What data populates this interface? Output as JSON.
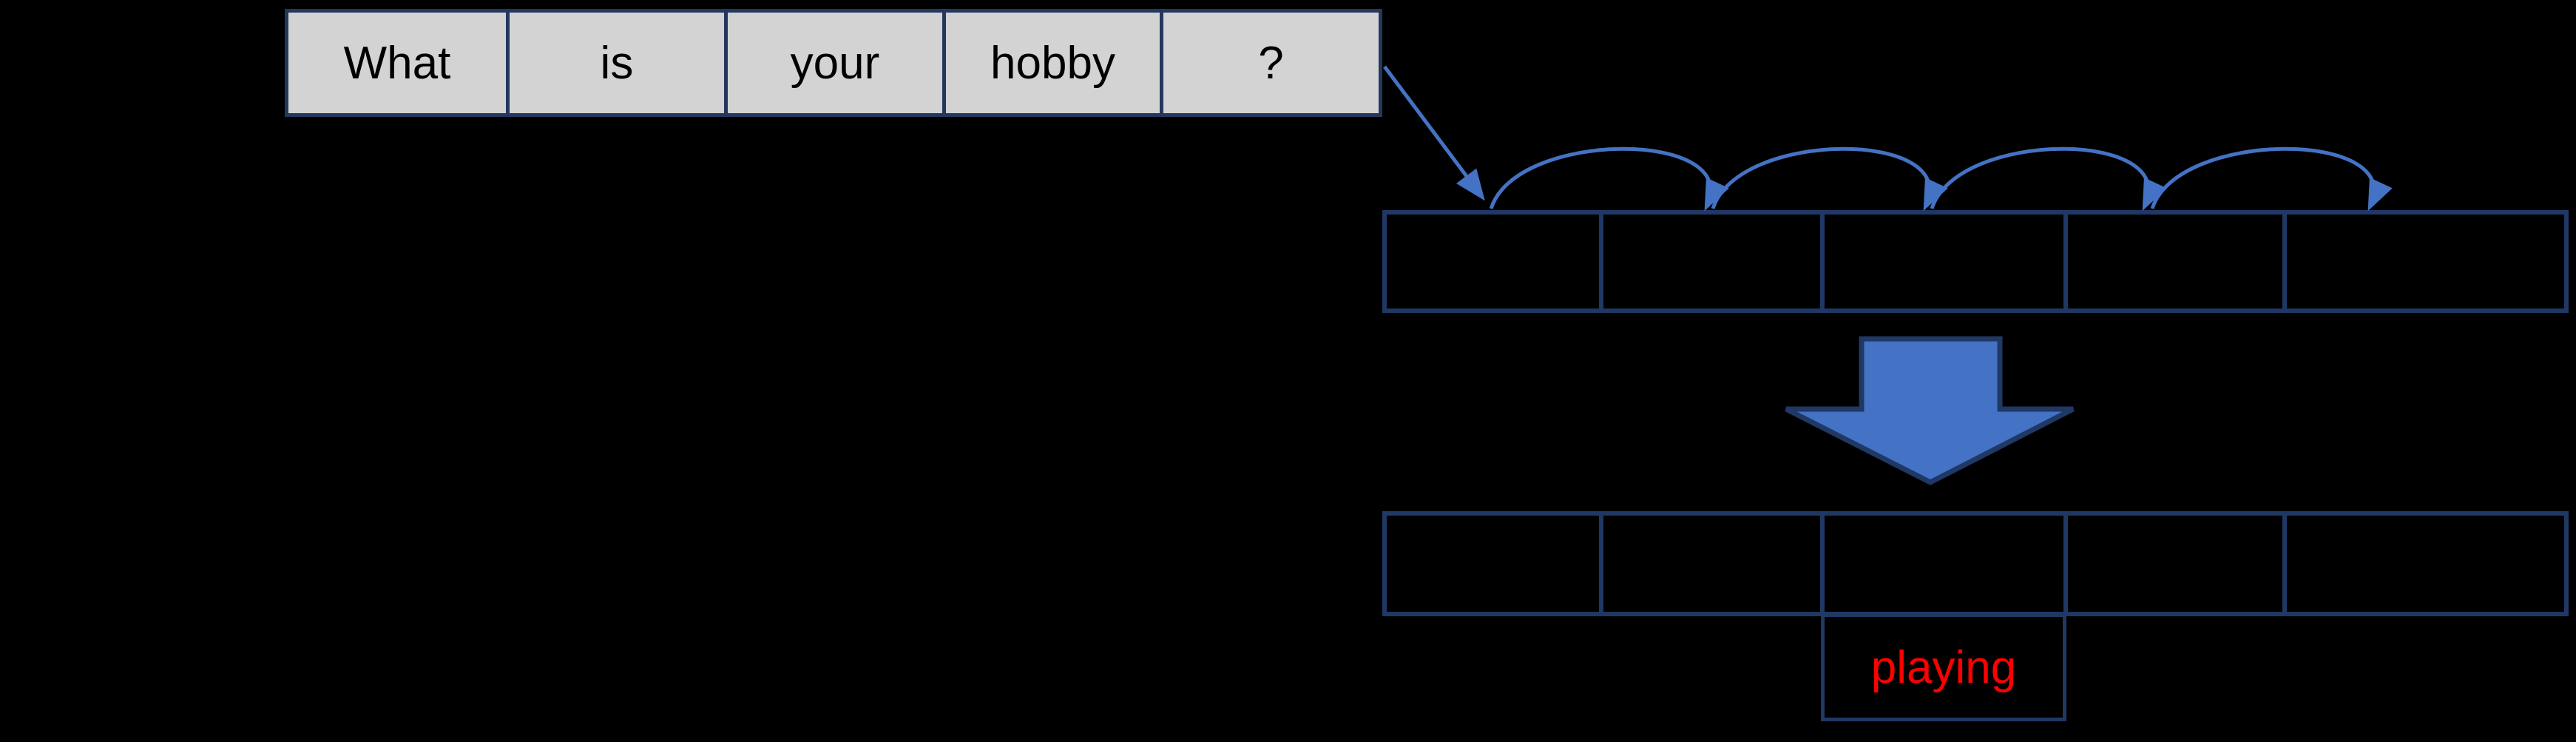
{
  "diagram": {
    "sentence": {
      "words": [
        "What",
        "is",
        "your",
        "hobby",
        "?"
      ]
    },
    "processing": {
      "top_row_slots": 5,
      "bottom_row_slots": 5,
      "hop_arrows": 4
    },
    "predicted_word": "playing"
  },
  "colors": {
    "background": "#000000",
    "accent_blue": "#4472c4",
    "border_navy": "#1f3864",
    "word_box_fill": "#d3d3d3",
    "word_text": "#000000",
    "predicted_text": "#ff0000"
  }
}
